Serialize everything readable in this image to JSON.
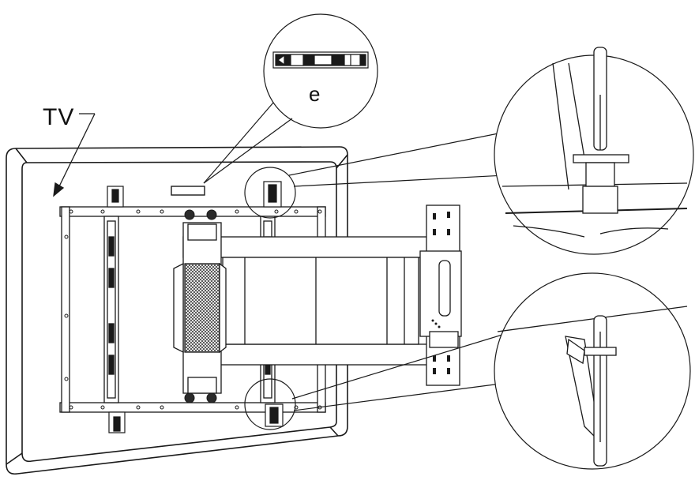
{
  "labels": {
    "tv": "TV",
    "part_e": "e"
  },
  "colors": {
    "line": "#1a1a1a",
    "dark_fill": "#2b2b2b",
    "light_fill": "#f2f2f2",
    "background": "#ffffff"
  },
  "icons": [
    "tv-frame",
    "wall-plate",
    "swing-arm",
    "bubble-level",
    "screwdriver",
    "locking-bracket"
  ]
}
